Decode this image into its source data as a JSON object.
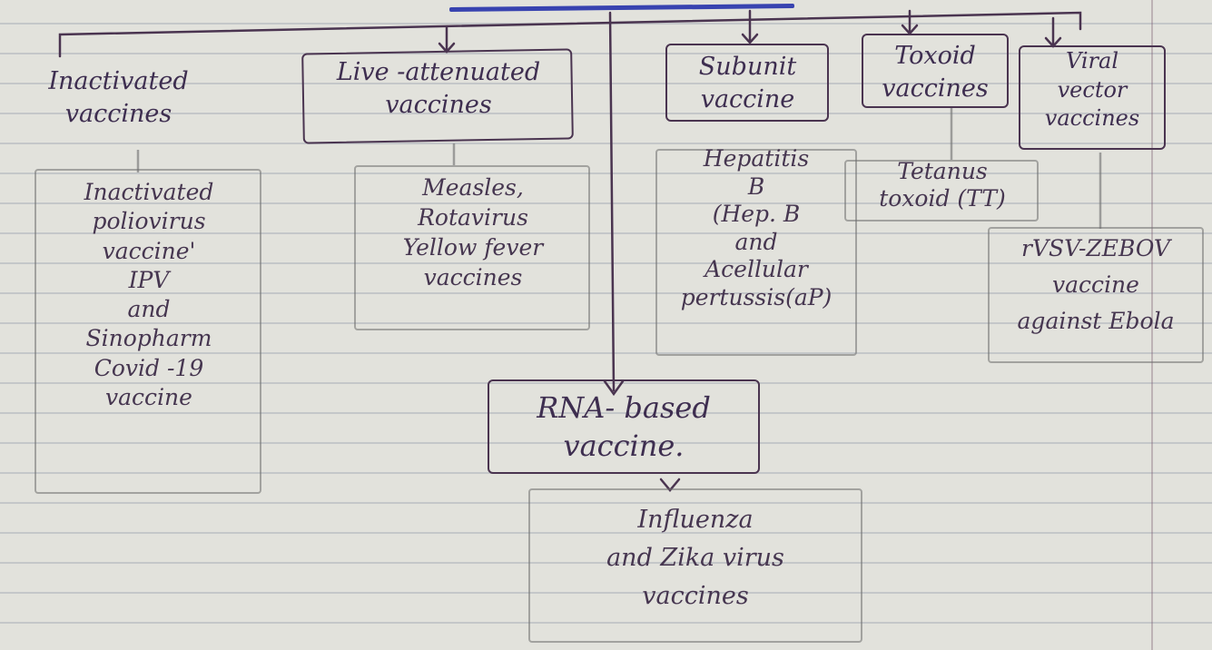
{
  "categories": {
    "inactivated": "Inactivated\nvaccines",
    "live_attenuated": "Live -attenuated\nvaccines",
    "subunit": "Subunit\nvaccine",
    "toxoid": "Toxoid\nvaccines",
    "viral_vector": "Viral\nvector\nvaccines",
    "rna_based": "RNA- based\nvaccine."
  },
  "examples": {
    "inactivated": "Inactivated\npoliovirus\nvaccine'\nIPV\nand\nSinopharm\nCovid -19\nvaccine",
    "live_attenuated": "Measles,\nRotavirus\nYellow fever\nvaccines",
    "subunit": "Hepatitis\nB\n(Hep. B\nand\nAcellular\npertussis(aP)",
    "toxoid": "Tetanus\ntoxoid (TT)",
    "viral_vector": "rVSV-ZEBOV\nvaccine\nagainst Ebola",
    "rna_based": "Influenza\nand Zika virus\nvaccines"
  },
  "colors": {
    "ink": "#3e2e50",
    "pencil": "#8a8a8a",
    "blue_stroke": "#3843b0",
    "paper": "#e2e2dc"
  }
}
